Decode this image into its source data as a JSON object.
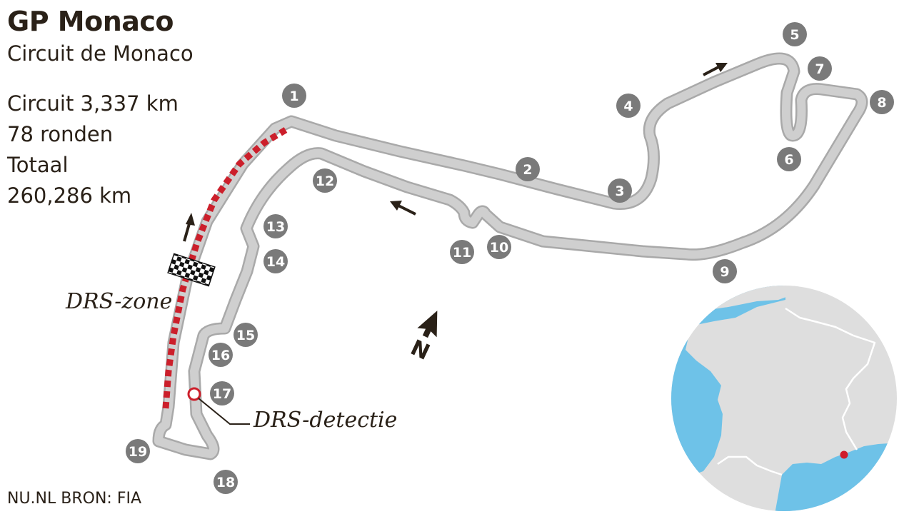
{
  "header": {
    "title": "GP Monaco",
    "subtitle": "Circuit de Monaco"
  },
  "stats": {
    "length": "Circuit 3,337 km",
    "laps": "78 ronden",
    "total_label": "Totaal",
    "total_value": "260,286 km"
  },
  "labels": {
    "drs_zone": "DRS-zone",
    "drs_detection": "DRS-detectie",
    "north": "N"
  },
  "source": "NU.NL BRON: FIA",
  "turns": [
    "1",
    "2",
    "3",
    "4",
    "5",
    "6",
    "7",
    "8",
    "9",
    "10",
    "11",
    "12",
    "13",
    "14",
    "15",
    "16",
    "17",
    "18",
    "19"
  ],
  "colors": {
    "track": "#c8c8c8",
    "track_outline": "#a9a9a9",
    "turn_badge": "#7a7a7a",
    "drs": "#cc1f2b",
    "sea": "#6ec2e8",
    "land": "#dedede",
    "text": "#2a2118",
    "location_marker": "#d01c2b"
  },
  "icons": {
    "start_finish": "checkered-flag-icon",
    "direction": "direction-arrow-icon",
    "compass": "north-arrow-icon",
    "locator": "france-locator-map"
  }
}
